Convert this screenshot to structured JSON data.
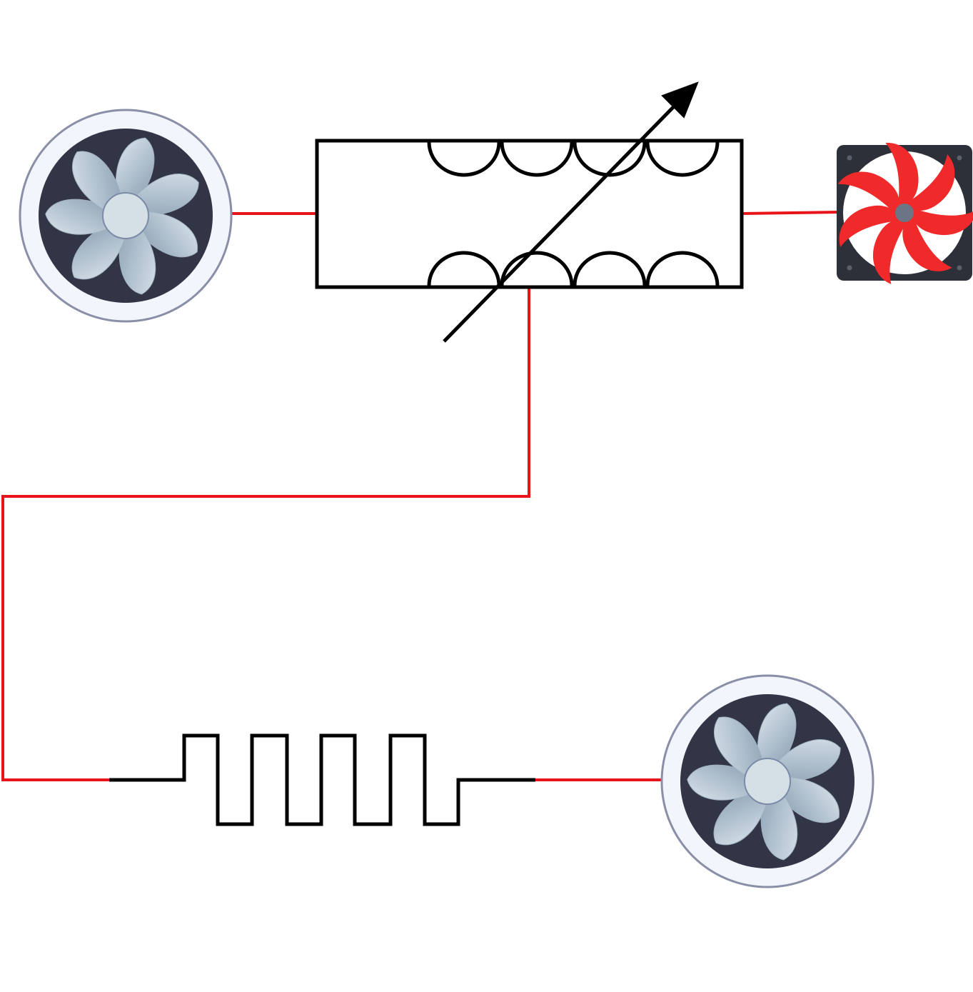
{
  "diagram": {
    "components": [
      {
        "id": "fan-left",
        "kind": "round-fan-icon"
      },
      {
        "id": "variable-element",
        "kind": "variable-transformer-symbol"
      },
      {
        "id": "fan-right",
        "kind": "square-red-fan-icon"
      },
      {
        "id": "heater-element",
        "kind": "square-wave-resistor-symbol"
      },
      {
        "id": "fan-bottom",
        "kind": "round-fan-icon"
      }
    ],
    "colors": {
      "wire": "#e8141a",
      "symbol_stroke": "#000000",
      "fan_ring": "#f2f5fb",
      "fan_ring_border": "#8a8fa8",
      "fan_housing": "#323546",
      "fan_blade": "#b4c4d2",
      "fan_hub": "#d5e0e6",
      "red_fan_frame": "#2d3038",
      "red_fan_blade": "#f02a2a",
      "red_fan_hub": "#6b7585"
    }
  }
}
